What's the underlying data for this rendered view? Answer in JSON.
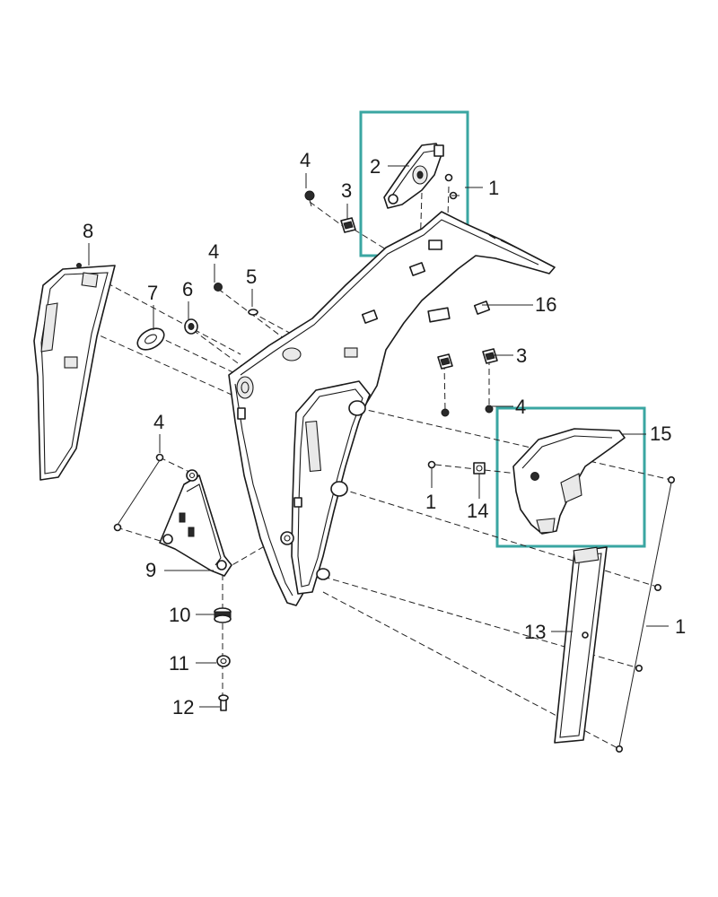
{
  "diagram": {
    "callouts": [
      {
        "id": "c1a",
        "text": "1"
      },
      {
        "id": "c2",
        "text": "2"
      },
      {
        "id": "c3a",
        "text": "3"
      },
      {
        "id": "c4a",
        "text": "4"
      },
      {
        "id": "c8",
        "text": "8"
      },
      {
        "id": "c4b",
        "text": "4"
      },
      {
        "id": "c5",
        "text": "5"
      },
      {
        "id": "c7",
        "text": "7"
      },
      {
        "id": "c6",
        "text": "6"
      },
      {
        "id": "c16",
        "text": "16"
      },
      {
        "id": "c3b",
        "text": "3"
      },
      {
        "id": "c4c",
        "text": "4"
      },
      {
        "id": "c15",
        "text": "15"
      },
      {
        "id": "c4d",
        "text": "4"
      },
      {
        "id": "c1b",
        "text": "1"
      },
      {
        "id": "c14",
        "text": "14"
      },
      {
        "id": "c9",
        "text": "9"
      },
      {
        "id": "c10",
        "text": "10"
      },
      {
        "id": "c11",
        "text": "11"
      },
      {
        "id": "c12",
        "text": "12"
      },
      {
        "id": "c13",
        "text": "13"
      },
      {
        "id": "c1c",
        "text": "1"
      }
    ],
    "highlight_color": "#3aa6a2"
  }
}
